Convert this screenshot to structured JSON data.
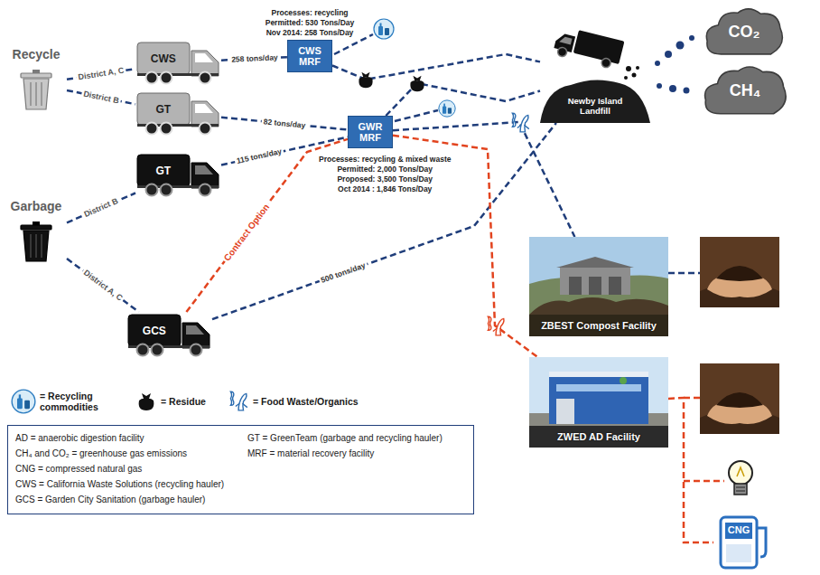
{
  "diagram": {
    "nodes": [
      {
        "text": [
          "Recycle"
        ]
      },
      {
        "text": [
          "CWS"
        ]
      },
      {
        "text": [
          "GT"
        ]
      },
      {
        "text": [
          "Processes: recycling",
          "Permitted: 530 Tons/Day",
          "Nov 2014: 258 Tons/Day",
          "CWS MRF"
        ]
      },
      {
        "text": [
          "CO₂"
        ]
      },
      {
        "text": [
          "CH₄"
        ]
      },
      {
        "text": [
          "Newby Island Landfill"
        ]
      },
      {
        "text": [
          "GWR MRF",
          "Processes: recycling & mixed waste",
          "Permitted: 2,000 Tons/Day",
          "Proposed: 3,500 Tons/Day",
          "Oct 2014 : 1,846 Tons/Day"
        ]
      },
      {
        "text": [
          "GT"
        ]
      },
      {
        "text": [
          "Garbage"
        ]
      },
      {
        "text": [
          "GCS"
        ]
      },
      {
        "text": [
          "ZBEST Compost Facility"
        ]
      },
      {
        "text": [
          "ZWED AD Facility"
        ]
      },
      {
        "text": [
          "CNG"
        ]
      },
      {
        "text": [
          "AD = anaerobic digestion facility",
          "CH₄ and CO₂ = greenhouse gas emissions",
          "CNG = compressed natural gas",
          "CWS = California Waste Solutions (recycling hauler)",
          "GCS = Garden City Sanitation (garbage hauler)",
          "GT = GreenTeam (garbage and recycling hauler)",
          "MRF = material recovery facility"
        ]
      }
    ],
    "edges": [
      {
        "from": 0,
        "to": 1,
        "arrow": "none",
        "label": "District A, C"
      },
      {
        "from": 0,
        "to": 2,
        "arrow": "none",
        "label": "District B"
      },
      {
        "from": 1,
        "to": 3,
        "arrow": "none",
        "label": "258 tons/day"
      },
      {
        "from": 2,
        "to": 7,
        "arrow": "none",
        "label": "82 tons/day"
      },
      {
        "from": 9,
        "to": 8,
        "arrow": "none",
        "label": "District B"
      },
      {
        "from": 9,
        "to": 10,
        "arrow": "none",
        "label": "District A, C"
      },
      {
        "from": 8,
        "to": 7,
        "arrow": "none",
        "label": "115 tons/day"
      },
      {
        "from": 10,
        "to": 7,
        "arrow": "none",
        "label": "Contract Option"
      },
      {
        "from": 10,
        "to": 6,
        "arrow": "none",
        "label": "500 tons/day"
      },
      {
        "from": 3,
        "to": 6,
        "arrow": "none"
      },
      {
        "from": 7,
        "to": 6,
        "arrow": "none"
      },
      {
        "from": 7,
        "to": 11,
        "arrow": "none"
      },
      {
        "from": 7,
        "to": 12,
        "arrow": "none"
      },
      {
        "from": 12,
        "to": 13,
        "arrow": "none"
      }
    ],
    "legend": [
      {
        "text": "= Recycling commodities"
      },
      {
        "text": "= Residue"
      },
      {
        "text": "= Food Waste/Organics"
      }
    ]
  }
}
